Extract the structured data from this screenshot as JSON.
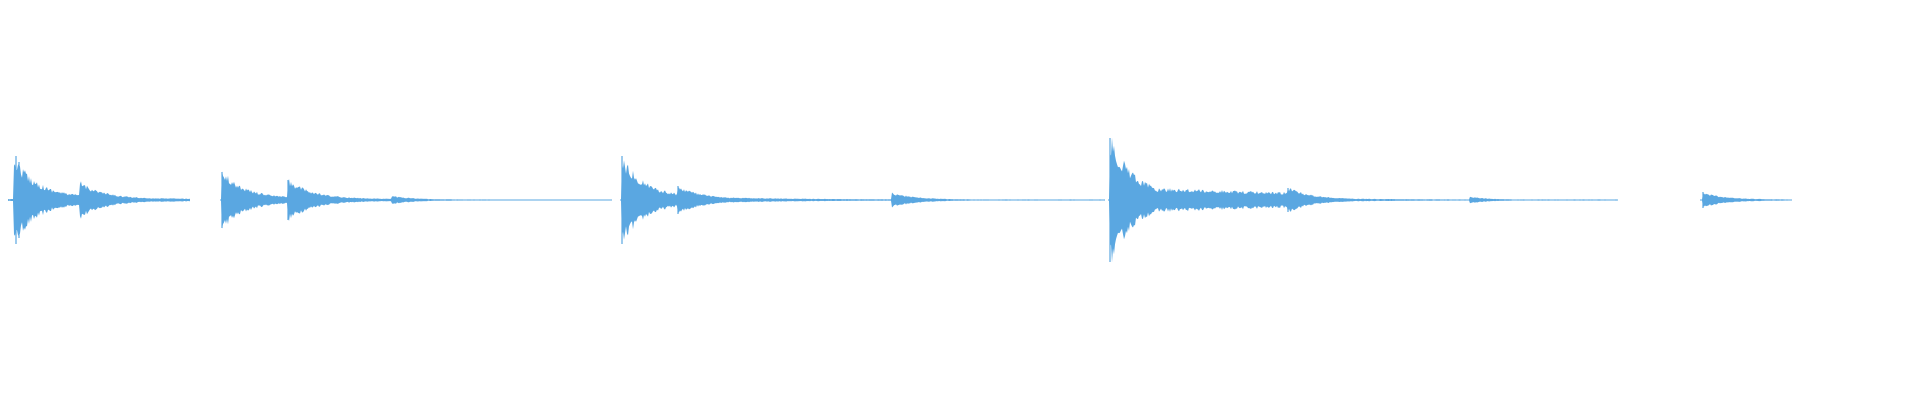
{
  "waveform": {
    "color": "#5aa7e1",
    "segments": [
      {
        "id": 1
      },
      {
        "id": 2
      },
      {
        "id": 3
      },
      {
        "id": 4
      },
      {
        "id": 5
      }
    ]
  }
}
